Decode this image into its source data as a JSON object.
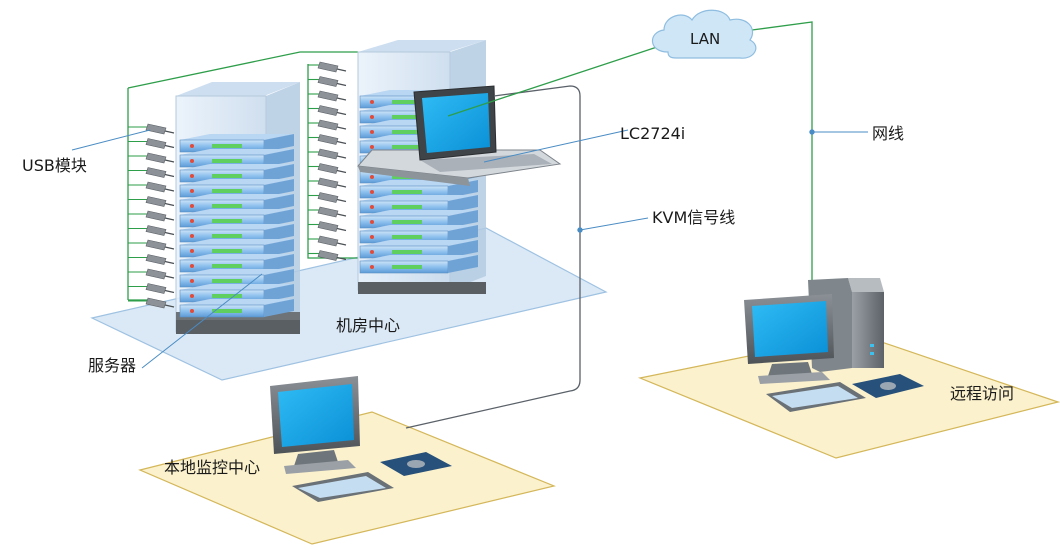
{
  "labels": {
    "usb_module": "USB模块",
    "server": "服务器",
    "machine_room": "机房中心",
    "lan": "LAN",
    "network_cable": "网线",
    "kvm_model": "LC2724i",
    "kvm_cable": "KVM信号线",
    "local_center": "本地监控中心",
    "remote_access": "远程访问"
  },
  "colors": {
    "green_line": "#2e9e4a",
    "gray_line": "#5a6168",
    "pointer_line": "#4a8cc4",
    "room_platform": "#dbe9f6",
    "local_platform": "#fbf1cc",
    "screen": "#0aa6e6",
    "server_unit": "#7fb6e6",
    "cloud": "#cfe6f7"
  },
  "icons": [
    "server-rack-icon",
    "laptop-icon",
    "monitor-icon",
    "keyboard-icon",
    "mousepad-icon",
    "cloud-icon",
    "pc-tower-icon",
    "usb-module-icon"
  ]
}
